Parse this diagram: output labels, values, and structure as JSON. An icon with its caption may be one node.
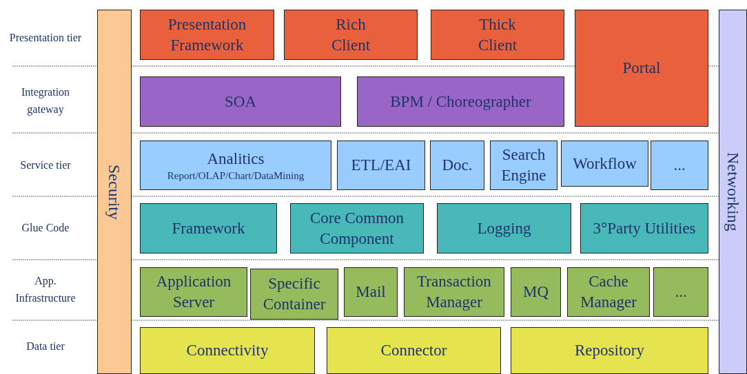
{
  "diagram": {
    "nodes": [
      {
        "text": [
          "Security"
        ]
      },
      {
        "text": [
          "Networking"
        ]
      },
      {
        "text": [
          "Presentation Framework"
        ]
      },
      {
        "text": [
          "Rich Client"
        ]
      },
      {
        "text": [
          "Thick Client"
        ]
      },
      {
        "text": [
          "Portal"
        ]
      },
      {
        "text": [
          "SOA"
        ]
      },
      {
        "text": [
          "BPM / Choreographer"
        ]
      },
      {
        "text": [
          "Analitics",
          "Report/OLAP/Chart/DataMining"
        ]
      },
      {
        "text": [
          "ETL/EAI"
        ]
      },
      {
        "text": [
          "Doc."
        ]
      },
      {
        "text": [
          "Search Engine"
        ]
      },
      {
        "text": [
          "Workflow"
        ]
      },
      {
        "text": [
          "..."
        ]
      },
      {
        "text": [
          "Framework"
        ]
      },
      {
        "text": [
          "Core Common Component"
        ]
      },
      {
        "text": [
          "Logging"
        ]
      },
      {
        "text": [
          "3°Party Utilities"
        ]
      },
      {
        "text": [
          "Application Server"
        ]
      },
      {
        "text": [
          "Specific Container"
        ]
      },
      {
        "text": [
          "Mail"
        ]
      },
      {
        "text": [
          "Transaction Manager"
        ]
      },
      {
        "text": [
          "MQ"
        ]
      },
      {
        "text": [
          "Cache Manager"
        ]
      },
      {
        "text": [
          "..."
        ]
      },
      {
        "text": [
          "Connectivity"
        ]
      },
      {
        "text": [
          "Connector"
        ]
      },
      {
        "text": [
          "Repository"
        ]
      }
    ],
    "labels": [
      "Presentation tier",
      "Integration gateway",
      "Service tier",
      "Glue Code",
      "App. Infrastructure",
      "Data tier"
    ]
  }
}
